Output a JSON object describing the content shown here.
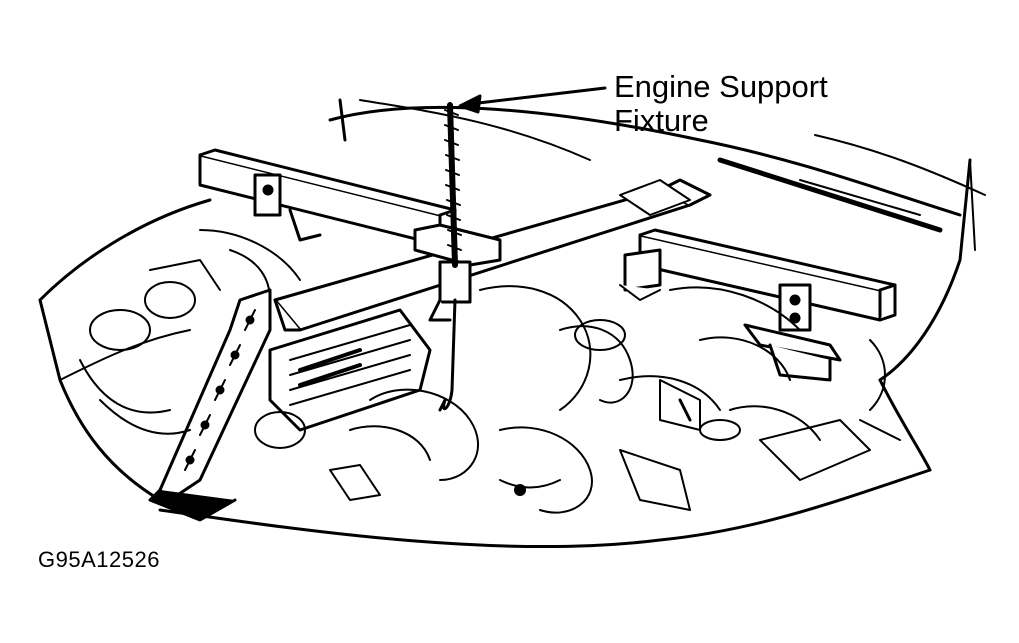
{
  "callout": {
    "line1": "Engine Support",
    "line2": "Fixture"
  },
  "figure_id": "G95A12526",
  "colors": {
    "ink": "#000000",
    "paper": "#ffffff"
  }
}
